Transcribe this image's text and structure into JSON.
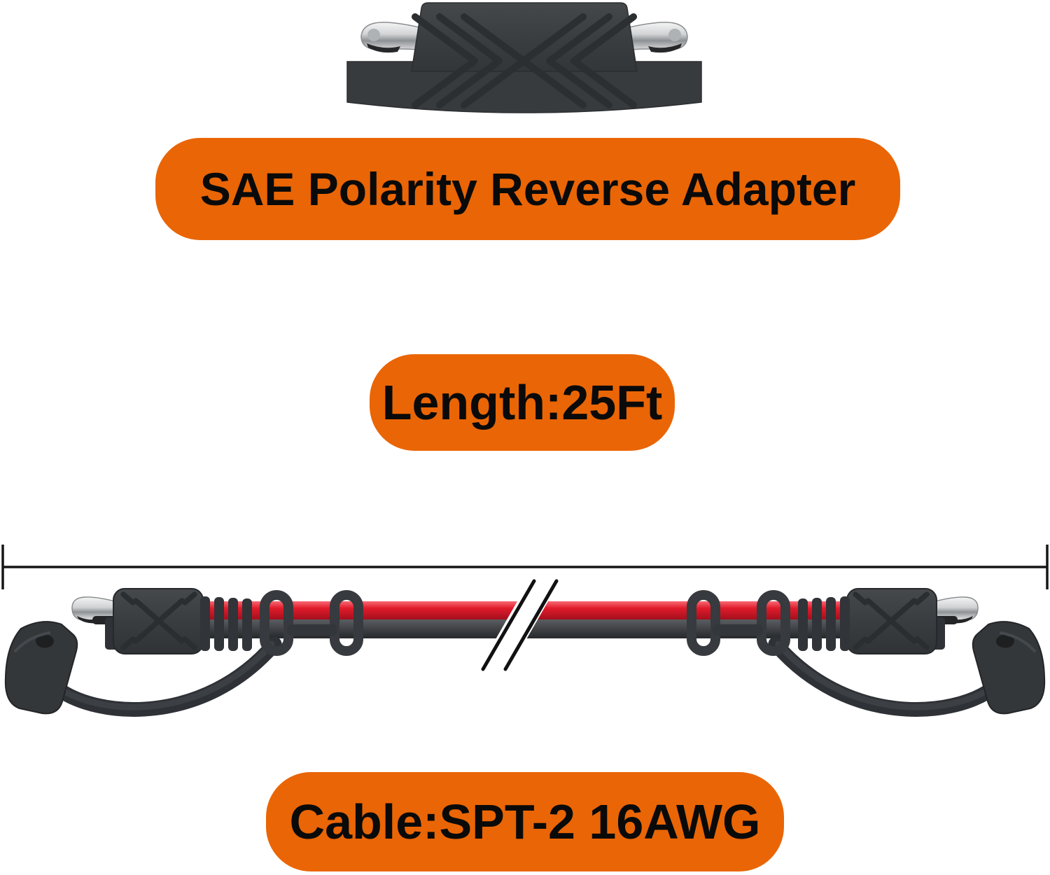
{
  "page": {
    "type": "product-feature-image",
    "background_color": "#ffffff"
  },
  "badges": {
    "title": {
      "text": "SAE Polarity Reverse Adapter",
      "bg_color": "#EA6505",
      "text_color": "#0a0a0a"
    },
    "length": {
      "text": "Length:25Ft",
      "bg_color": "#EA6505",
      "text_color": "#0a0a0a"
    },
    "cable_spec": {
      "text": "Cable:SPT-2 16AWG",
      "bg_color": "#EA6505",
      "text_color": "#0a0a0a"
    }
  },
  "illustration": {
    "top_part": "sae-polarity-reverse-adapter-top-view",
    "bottom_part": "sae-to-sae-extension-cable-with-dust-caps",
    "dimension_marker": "full-width-length-dimension-line",
    "break_marks": "cable-continuation-break-slashes",
    "colors": {
      "connector_body": "#3B3E41",
      "connector_groove": "#2C2F32",
      "cable_red": "#E11B2B",
      "wire_black": "#3F4246",
      "metal_silver": "#D8DADC",
      "dimension_line": "#161616"
    }
  }
}
